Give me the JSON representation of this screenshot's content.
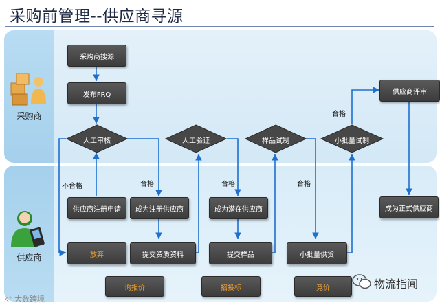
{
  "title": "采购前管理--供应商寻源",
  "lanes": {
    "buyer": "采购商",
    "supplier": "供应商"
  },
  "nodes": {
    "source_search": "采购商搜源",
    "publish_rfq": "发布FRQ",
    "manual_review": "人工审核",
    "manual_verify": "人工验证",
    "sample_trial": "样品试制",
    "small_batch_trial": "小批量试制",
    "supplier_evaluation": "供应商评审",
    "supplier_register": "供应商注册申请",
    "become_registered": "成为注册供应商",
    "become_potential": "成为潜在供应商",
    "become_official": "成为正式供应商",
    "give_up": "放弃",
    "submit_qualification": "提交资质资料",
    "submit_sample": "提交样品",
    "small_batch_supply": "小批量供货",
    "inquiry": "询报价",
    "tender": "招投标",
    "auction": "竞价"
  },
  "edge_labels": {
    "reject": "不合格",
    "pass1": "合格",
    "pass2": "合格",
    "pass3": "合格",
    "pass4": "合格"
  },
  "watermark_left": "大数跨境",
  "watermark_right": "物流指闻",
  "colors": {
    "box": "#4a4a4a",
    "orange_text": "#f0a030",
    "arrow": "#1e6fd0",
    "lane": "#d3e8f6"
  }
}
